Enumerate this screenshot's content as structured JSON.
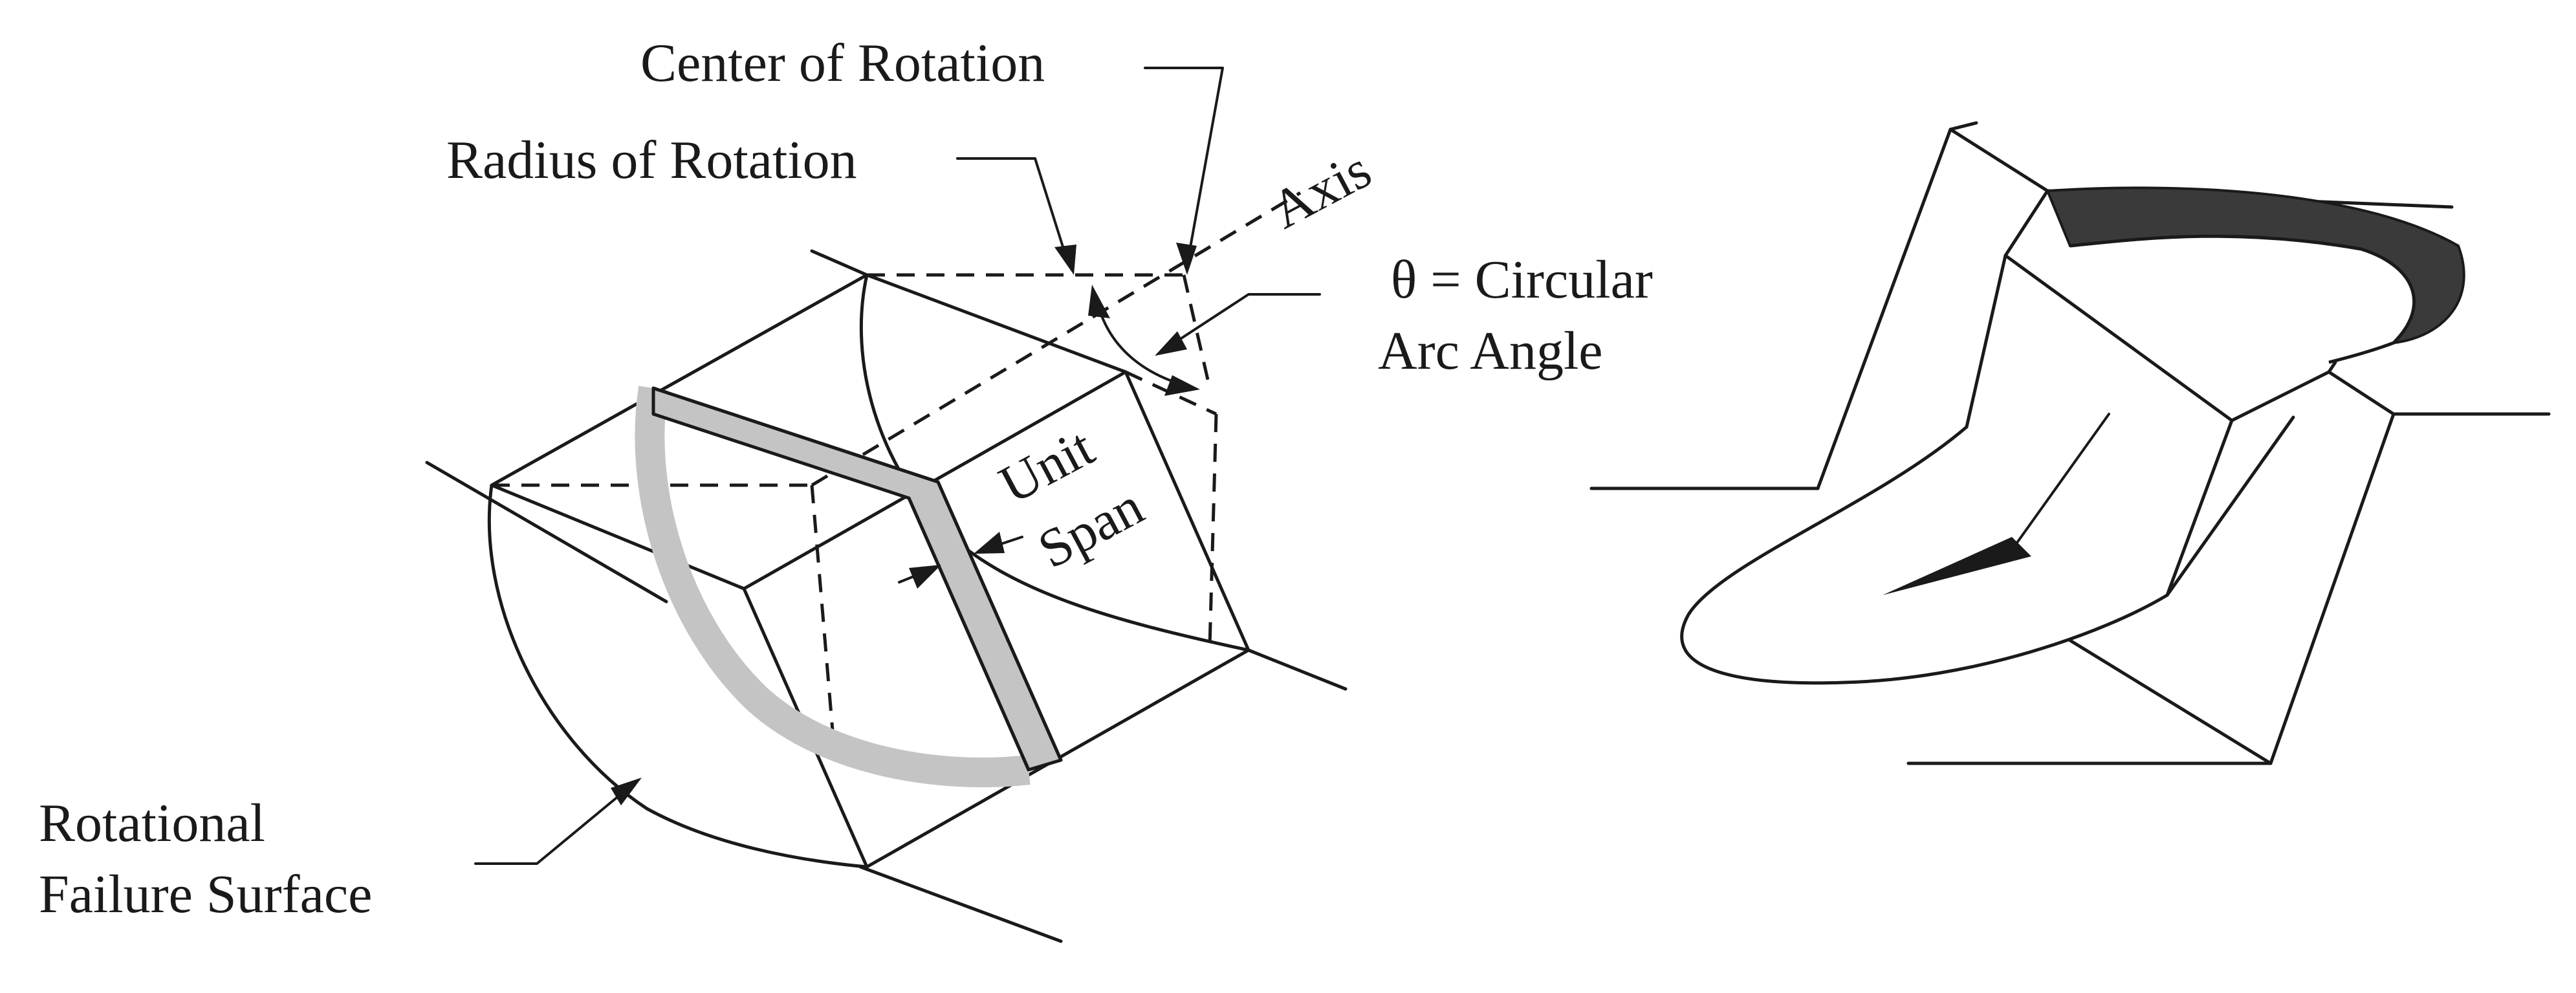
{
  "labels": {
    "center_of_rotation": "Center of Rotation",
    "radius_of_rotation": "Radius of Rotation",
    "axis": "Axis",
    "theta_line1": "θ = Circular",
    "theta_line2": "Arc Angle",
    "unit_span_line1": "Unit",
    "unit_span_line2": "Span",
    "failure_line1": "Rotational",
    "failure_line2": "Failure Surface"
  },
  "colors": {
    "ink": "#1a1a1a",
    "slice_fill": "#c4c4c4",
    "background": "#ffffff"
  }
}
